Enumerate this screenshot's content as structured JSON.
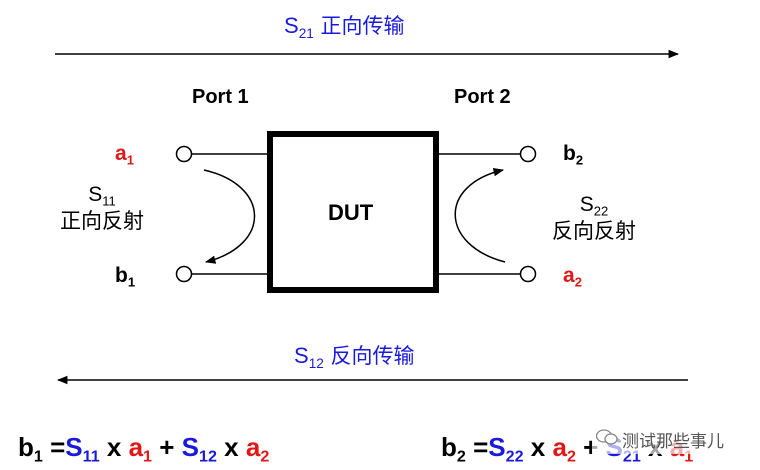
{
  "forward": {
    "sym": "S",
    "sub": "21",
    "text": " 正向传输"
  },
  "reverse": {
    "sym": "S",
    "sub": "12",
    "text": " 反向传输"
  },
  "ports": {
    "p1": "Port 1",
    "p2": "Port 2"
  },
  "dut": "DUT",
  "waves": {
    "a1": {
      "sym": "a",
      "sub": "1"
    },
    "b1": {
      "sym": "b",
      "sub": "1"
    },
    "b2": {
      "sym": "b",
      "sub": "2"
    },
    "a2": {
      "sym": "a",
      "sub": "2"
    }
  },
  "s11": {
    "sym": "S",
    "sub": "11",
    "text": "正向反射"
  },
  "s22": {
    "sym": "S",
    "sub": "22",
    "text": "反向反射"
  },
  "eq1": {
    "lhs": "b",
    "lhs_sub": "1",
    "eqsign": " =",
    "t1": "S",
    "t1_sub": "11",
    "x1": " x ",
    "v1": "a",
    "v1_sub": "1",
    "plus": " + ",
    "t2": "S",
    "t2_sub": "12",
    "x2": " x ",
    "v2": "a",
    "v2_sub": "2"
  },
  "eq2": {
    "lhs": "b",
    "lhs_sub": "2",
    "eqsign": " =",
    "t1": "S",
    "t1_sub": "22",
    "x1": " x ",
    "v1": "a",
    "v1_sub": "2",
    "plus": " + ",
    "t2": "S",
    "t2_sub": "21",
    "x2": " x ",
    "v2": "a",
    "v2_sub": "1"
  },
  "watermark": "测试那些事儿",
  "colors": {
    "blue": "#1a1adb",
    "red": "#e01818",
    "line": "#000000"
  }
}
